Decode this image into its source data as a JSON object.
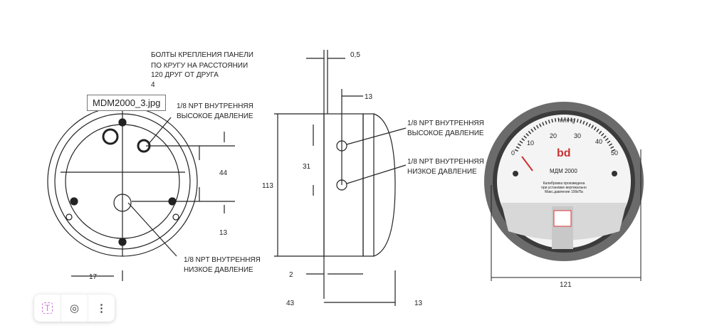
{
  "tooltip": "MDM2000_3.jpg",
  "toolbar": {
    "text_icon": "text-recognition-icon",
    "lens_icon": "camera-search-icon",
    "more_icon": "more-vertical-icon"
  },
  "front": {
    "bolts1": "БОЛТЫ КРЕПЛЕНИЯ ПАНЕЛИ",
    "bolts2": "ПО КРУГУ НА РАССТОЯНИИ",
    "bolts3": "120 ДРУГ ОТ ДРУГА",
    "bolts4": "4",
    "high1": "1/8 NPT ВНУТРЕННЯЯ",
    "high2": "ВЫСОКОЕ ДАВЛЕНИЕ",
    "low1": "1/8 NPT ВНУТРЕННЯЯ",
    "low2": "НИЗКОЕ ДАВЛЕНИЕ",
    "d44": "44",
    "d13": "13",
    "d17": "17"
  },
  "side": {
    "d05": "0,5",
    "d13a": "13",
    "d31": "31",
    "d113": "113",
    "d2": "2",
    "d43": "43",
    "d13b": "13",
    "high1": "1/8 NPT ВНУТРЕННЯЯ",
    "high2": "ВЫСОКОЕ ДАВЛЕНИЕ",
    "low1": "1/8 NPT ВНУТРЕННЯЯ",
    "low2": "НИЗКОЕ ДАВЛЕНИЕ"
  },
  "gauge": {
    "unit": "mmHg",
    "scale": [
      "0",
      "10",
      "20",
      "30",
      "40",
      "50"
    ],
    "brand": "bd",
    "model": "МДМ 2000",
    "note1": "Калибровка произведена",
    "note2": "при установке вертикально",
    "note3": "Макс.давление 100кПа",
    "d121": "121"
  }
}
